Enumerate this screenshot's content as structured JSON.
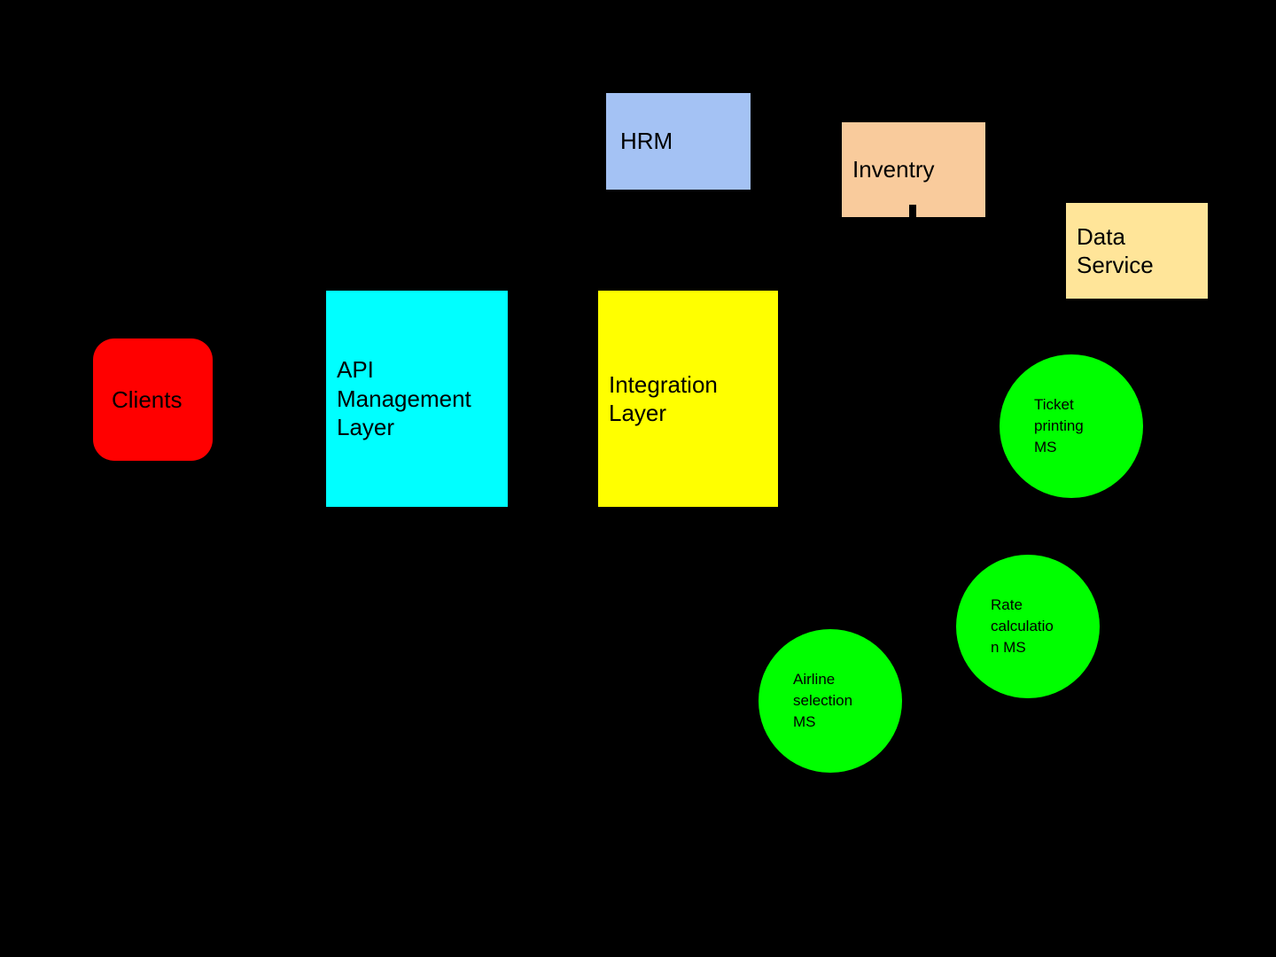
{
  "diagram": {
    "background": "#000000",
    "nodes": {
      "clients": {
        "label": "Clients",
        "color": "#ff0000",
        "shape": "rounded-rect"
      },
      "api_management_layer": {
        "label": "API Management Layer",
        "color": "#00ffff",
        "shape": "rect"
      },
      "integration_layer": {
        "label": "Integration Layer",
        "color": "#ffff00",
        "shape": "rect"
      },
      "hrm": {
        "label": "HRM",
        "color": "#a4c2f4",
        "shape": "rect"
      },
      "inventry": {
        "label": "Inventry",
        "color": "#f9cb9c",
        "shape": "rect"
      },
      "data_service": {
        "label": "Data Service",
        "color": "#ffe599",
        "shape": "rect"
      },
      "ticket_printing_ms": {
        "label": "Ticket printing MS",
        "color": "#00ff00",
        "shape": "circle"
      },
      "rate_calculation_ms": {
        "label": "Rate calculation MS",
        "color": "#00ff00",
        "shape": "circle"
      },
      "airline_selection_ms": {
        "label": "Airline selection MS",
        "color": "#00ff00",
        "shape": "circle"
      }
    }
  }
}
